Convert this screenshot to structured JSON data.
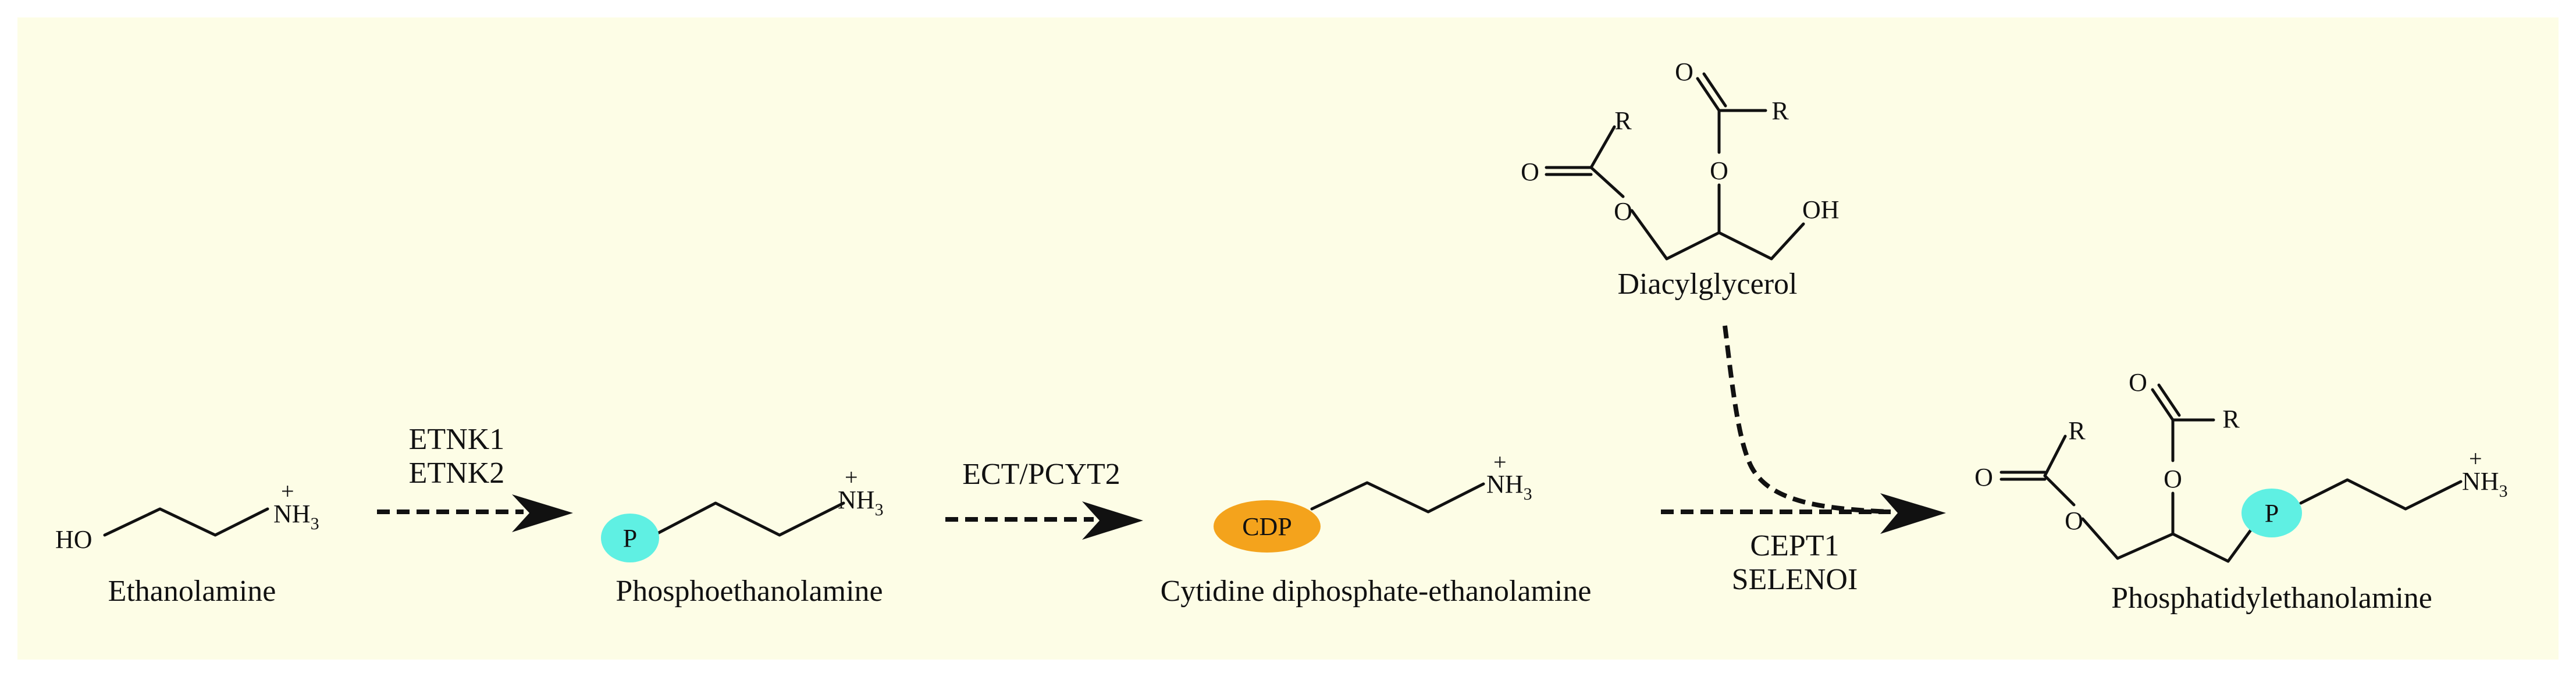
{
  "colors": {
    "background": "#fdfde6",
    "phosphate": "#5ff0e3",
    "cdp": "#f4a31c",
    "ink": "#111111"
  },
  "molecules": {
    "ethanolamine": {
      "name": "Ethanolamine",
      "ho": "HO",
      "n": "N",
      "h": "H",
      "sub3": "3",
      "charge": "+"
    },
    "phosphoethanolamine": {
      "name": "Phosphoethanolamine",
      "p": "P",
      "n": "N",
      "h": "H",
      "sub3": "3",
      "charge": "+"
    },
    "cdp_ethanolamine": {
      "name": "Cytidine diphosphate-ethanolamine",
      "cdp": "CDP",
      "n": "N",
      "h": "H",
      "sub3": "3",
      "charge": "+"
    },
    "diacylglycerol": {
      "name": "Diacylglycerol",
      "o": "O",
      "r": "R",
      "oh": "OH"
    },
    "phosphatidylethanolamine": {
      "name": "Phosphatidylethanolamine",
      "o": "O",
      "r": "R",
      "p": "P",
      "n": "N",
      "h": "H",
      "sub3": "3",
      "charge": "+"
    }
  },
  "enzymes": {
    "step1": [
      "ETNK1",
      "ETNK2"
    ],
    "step2": [
      "ECT/PCYT2"
    ],
    "step3": [
      "CEPT1",
      "SELENOI"
    ]
  }
}
